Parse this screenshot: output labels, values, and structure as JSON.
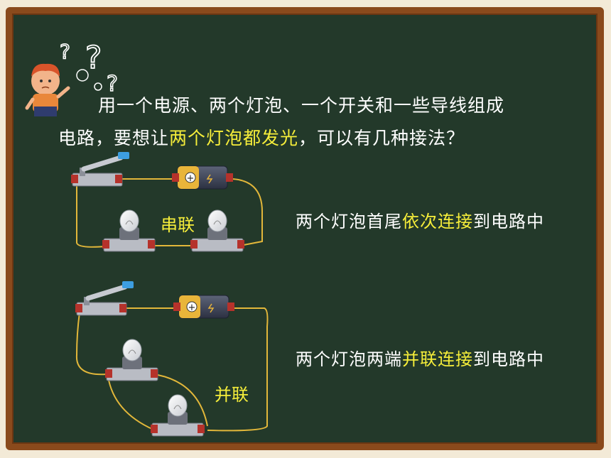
{
  "question": {
    "line1": "用一个电源、两个灯泡、一个开关和一些导线组成",
    "line2_pre": "电路，要想让",
    "line2_highlight": "两个灯泡都发光",
    "line2_post": "，可以有几种接法？"
  },
  "series": {
    "label": "串联",
    "desc_pre": "两个灯泡首尾",
    "desc_highlight": "依次连接",
    "desc_post": "到电路中"
  },
  "parallel": {
    "label": "并联",
    "desc_pre": "两个灯泡两端",
    "desc_highlight": "并联连接",
    "desc_post": "到电路中"
  },
  "battery_symbol": "+",
  "colors": {
    "board": "#23392a",
    "frame": "#8a4a1c",
    "highlight": "#f6ee3a",
    "wire": "#e2b73a"
  }
}
